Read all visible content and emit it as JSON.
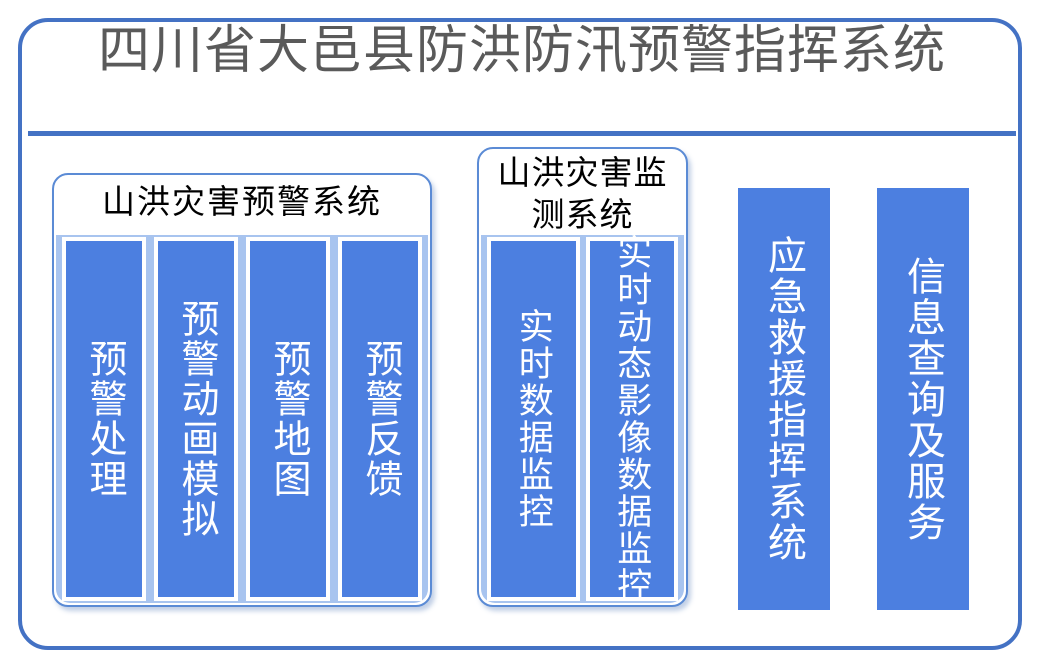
{
  "header": {
    "title": "四川省大邑县防洪防汛预警指挥系统",
    "divider_color": "#4472C4"
  },
  "theme": {
    "frame_border": "#4472C4",
    "panel_border": "#5B8BD5",
    "panel_body_bg": "#A8C4EF",
    "bar_fill": "#4C7FE0",
    "bar_border": "#FFFFFF",
    "title_color": "#5A5A5A",
    "panel_header_color": "#000000",
    "bar_text_color": "#FFFFFF"
  },
  "panels": [
    {
      "id": "warning",
      "header": "山洪灾害预警系统",
      "bars": [
        {
          "label": "预警处理"
        },
        {
          "label": "预警动画模拟"
        },
        {
          "label": "预警地图"
        },
        {
          "label": "预警反馈"
        }
      ]
    },
    {
      "id": "monitor",
      "header": "山洪灾害监测系统",
      "bars": [
        {
          "label": "实时数据监控"
        },
        {
          "label": "实时动态影像数据监控"
        }
      ]
    }
  ],
  "standalone_bars": [
    {
      "id": "emergency",
      "label": "应急救援指挥系统"
    },
    {
      "id": "info",
      "label": "信息查询及服务"
    }
  ]
}
